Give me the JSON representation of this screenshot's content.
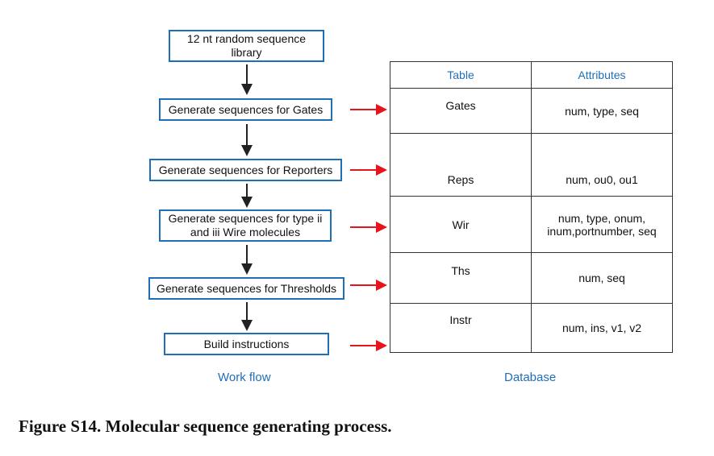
{
  "workflow": {
    "steps": [
      "12 nt random sequence library",
      "Generate sequences for Gates",
      "Generate sequences for Reporters",
      "Generate sequences for type ii and iii Wire molecules",
      "Generate sequences for Thresholds",
      "Build instructions"
    ],
    "label": "Work flow"
  },
  "database": {
    "headers": [
      "Table",
      "Attributes"
    ],
    "rows": [
      {
        "table": "Gates",
        "attributes": "num, type, seq"
      },
      {
        "table": "Reps",
        "attributes": "num, ou0, ou1"
      },
      {
        "table": "Wir",
        "attributes": "num, type, onum, inum,portnumber, seq"
      },
      {
        "table": "Ths",
        "attributes": "num, seq"
      },
      {
        "table": "Instr",
        "attributes": "num, ins, v1, v2"
      }
    ],
    "label": "Database"
  },
  "colors": {
    "box_border": "#1f6fb8",
    "arrow_link": "#e8141c",
    "arrow_flow": "#222222",
    "header_text": "#1f6fb8"
  },
  "figure_caption": "Figure S14. Molecular sequence generating process."
}
